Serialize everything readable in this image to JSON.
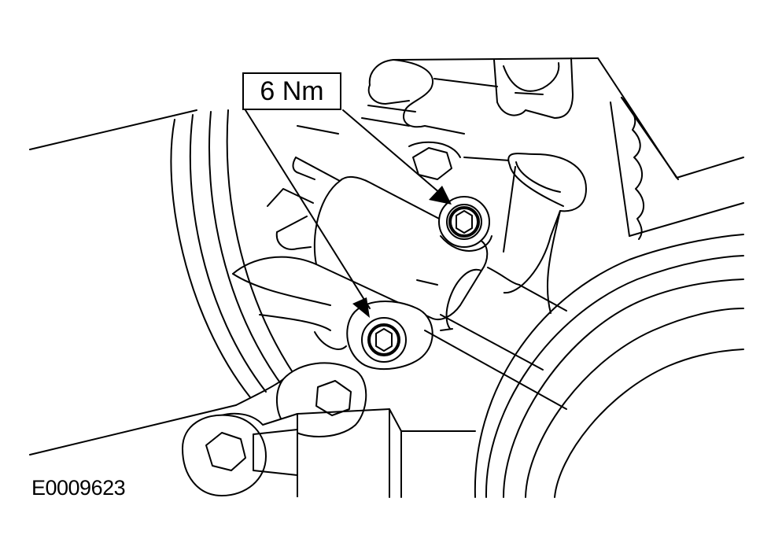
{
  "diagram": {
    "torque_callout": "6 Nm",
    "figure_id": "E0009623",
    "callout_targets": [
      "upper-bolt",
      "lower-bolt"
    ],
    "line_color": "#000000",
    "background_color": "#ffffff"
  }
}
